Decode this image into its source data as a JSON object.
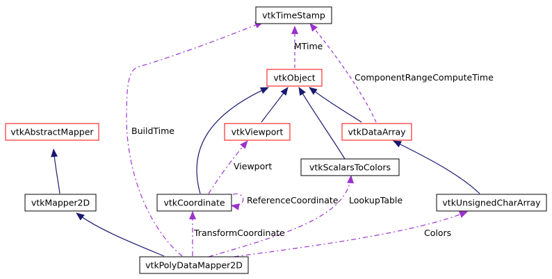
{
  "nodes": {
    "vtkTimeStamp": {
      "label": "vtkTimeStamp",
      "border": "#000000"
    },
    "vtkObject": {
      "label": "vtkObject",
      "border": "#ff0000"
    },
    "vtkAbstractMapper": {
      "label": "vtkAbstractMapper",
      "border": "#ff0000"
    },
    "vtkViewport": {
      "label": "vtkViewport",
      "border": "#ff0000"
    },
    "vtkDataArray": {
      "label": "vtkDataArray",
      "border": "#ff0000"
    },
    "vtkScalarsToColors": {
      "label": "vtkScalarsToColors",
      "border": "#000000"
    },
    "vtkMapper2D": {
      "label": "vtkMapper2D",
      "border": "#000000"
    },
    "vtkCoordinate": {
      "label": "vtkCoordinate",
      "border": "#000000"
    },
    "vtkUnsignedCharArray": {
      "label": "vtkUnsignedCharArray",
      "border": "#000000"
    },
    "vtkPolyDataMapper2D": {
      "label": "vtkPolyDataMapper2D",
      "border": "#000000",
      "fill": "#000000",
      "text_color": "#ffffff"
    }
  },
  "edge_labels": {
    "mtime": "MTime",
    "component_range": "ComponentRangeComputeTime",
    "build_time": "BuildTime",
    "viewport": "Viewport",
    "reference_coordinate": "ReferenceCoordinate",
    "lookup_table": "LookupTable",
    "transform_coordinate": "TransformCoordinate",
    "colors": "Colors"
  },
  "colors": {
    "inheritance_edge": "#191970",
    "usage_edge": "#9a32cd"
  }
}
